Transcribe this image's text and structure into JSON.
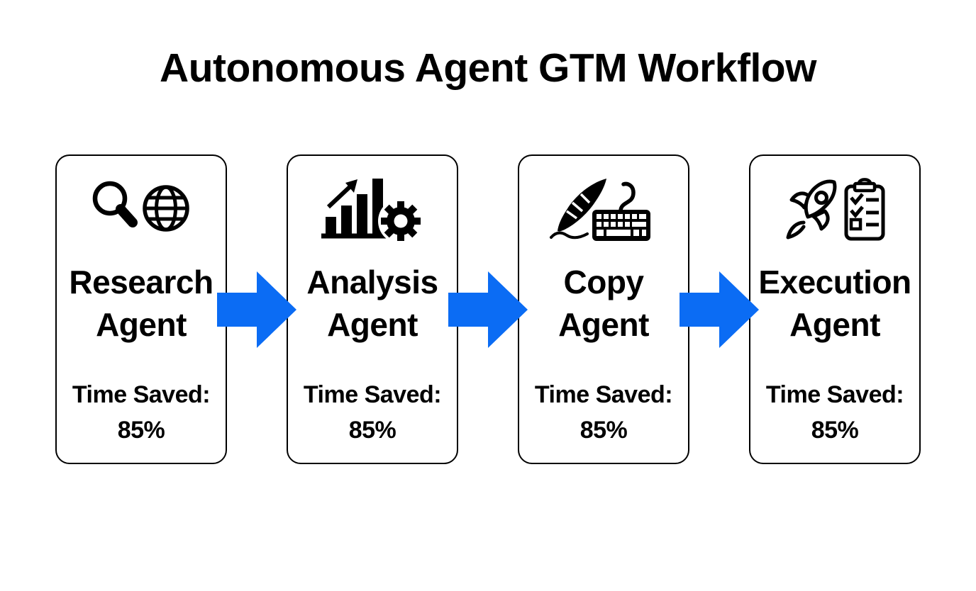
{
  "page": {
    "title": "Autonomous Agent GTM Workflow"
  },
  "colors": {
    "arrow_blue": "#0B6CF4",
    "card_border": "#000000",
    "text": "#000000",
    "background": "#FFFFFF"
  },
  "connector": {
    "type": "arrow-right",
    "count": 3
  },
  "steps": [
    {
      "name": "Research Agent",
      "icons": [
        "search-magnifier-icon",
        "globe-icon"
      ],
      "time_saved_label": "Time Saved:",
      "time_saved_value": "85%"
    },
    {
      "name": "Analysis Agent",
      "icons": [
        "growth-bar-chart-icon",
        "gear-icon"
      ],
      "time_saved_label": "Time Saved:",
      "time_saved_value": "85%"
    },
    {
      "name": "Copy Agent",
      "icons": [
        "quill-feather-icon",
        "keyboard-icon"
      ],
      "time_saved_label": "Time Saved:",
      "time_saved_value": "85%"
    },
    {
      "name": "Execution Agent",
      "icons": [
        "rocket-icon",
        "checklist-clipboard-icon"
      ],
      "time_saved_label": "Time Saved:",
      "time_saved_value": "85%"
    }
  ]
}
